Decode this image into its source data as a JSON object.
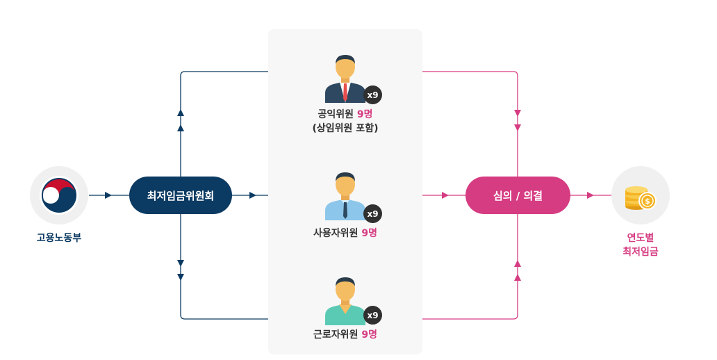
{
  "source": {
    "label": "고용노동부",
    "icon": "government-emblem-icon"
  },
  "committee": {
    "label": "최저임금위원회",
    "color": "#0b3a62"
  },
  "members": [
    {
      "title": "공익위원",
      "count": "9명",
      "note": "(상임위원 포함)",
      "badge": "x9",
      "icon": "suited-person-icon"
    },
    {
      "title": "사용자위원",
      "count": "9명",
      "badge": "x9",
      "icon": "employer-person-icon"
    },
    {
      "title": "근로자위원",
      "count": "9명",
      "badge": "x9",
      "icon": "worker-person-icon"
    }
  ],
  "decision": {
    "label": "심의 / 의결",
    "color": "#d63c82"
  },
  "result": {
    "line1": "연도별",
    "line2": "최저임금",
    "icon": "coin-stack-icon"
  },
  "colors": {
    "navy": "#0b3a62",
    "pink": "#d63c82",
    "panel": "#f7f7f7"
  }
}
